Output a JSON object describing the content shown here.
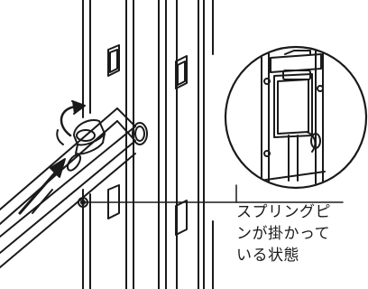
{
  "callout": {
    "lines": [
      "スプリングピ",
      "ンが掛かって",
      "いる状態"
    ]
  },
  "icons": {
    "rotation": "rotate-arrow-icon",
    "push": "push-arrow-icon"
  },
  "colors": {
    "ink": "#1a1a1a",
    "background": "#ffffff"
  }
}
